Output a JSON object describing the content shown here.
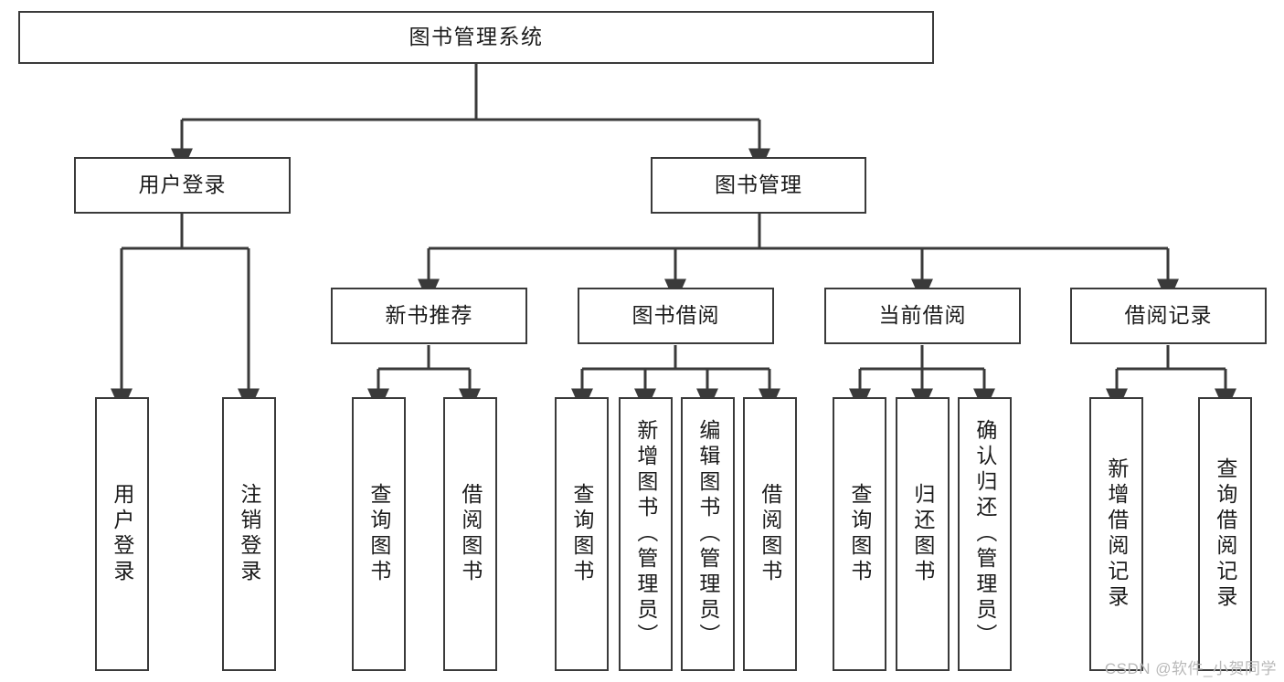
{
  "diagram": {
    "title": "图书管理系统",
    "type": "hierarchy-tree",
    "watermark": "CSDN @软件_小贺同学",
    "colors": {
      "stroke": "#3a3a3a",
      "fill": "#ffffff",
      "text": "#1b1b1b",
      "watermark": "#b9b9b9"
    },
    "nodes": {
      "root": {
        "label": "图书管理系统",
        "level": 1
      },
      "l2": [
        {
          "id": "user-login",
          "label": "用户登录",
          "level": 2
        },
        {
          "id": "book-manage",
          "label": "图书管理",
          "level": 2
        }
      ],
      "l3": [
        {
          "id": "new-book-rec",
          "label": "新书推荐",
          "level": 3,
          "parent": "book-manage"
        },
        {
          "id": "book-borrow",
          "label": "图书借阅",
          "level": 3,
          "parent": "book-manage"
        },
        {
          "id": "current-borrow",
          "label": "当前借阅",
          "level": 3,
          "parent": "book-manage"
        },
        {
          "id": "borrow-record",
          "label": "借阅记录",
          "level": 3,
          "parent": "book-manage"
        }
      ],
      "leaves": [
        {
          "id": "leaf-user-login",
          "label": "用户登录",
          "parent": "user-login"
        },
        {
          "id": "leaf-logout",
          "label": "注销登录",
          "parent": "user-login"
        },
        {
          "id": "leaf-rec-query",
          "label": "查询图书",
          "parent": "new-book-rec"
        },
        {
          "id": "leaf-rec-borrow",
          "label": "借阅图书",
          "parent": "new-book-rec"
        },
        {
          "id": "leaf-borrow-query",
          "label": "查询图书",
          "parent": "book-borrow"
        },
        {
          "id": "leaf-borrow-add",
          "label": "新增图书（管理员）",
          "parent": "book-borrow"
        },
        {
          "id": "leaf-borrow-edit",
          "label": "编辑图书（管理员）",
          "parent": "book-borrow"
        },
        {
          "id": "leaf-borrow-take",
          "label": "借阅图书",
          "parent": "book-borrow"
        },
        {
          "id": "leaf-cur-query",
          "label": "查询图书",
          "parent": "current-borrow"
        },
        {
          "id": "leaf-cur-return",
          "label": "归还图书",
          "parent": "current-borrow"
        },
        {
          "id": "leaf-cur-confirm",
          "label": "确认归还（管理员）",
          "parent": "current-borrow"
        },
        {
          "id": "leaf-rec-add",
          "label": "新增借阅记录",
          "parent": "borrow-record"
        },
        {
          "id": "leaf-rec-search",
          "label": "查询借阅记录",
          "parent": "borrow-record"
        }
      ]
    }
  }
}
